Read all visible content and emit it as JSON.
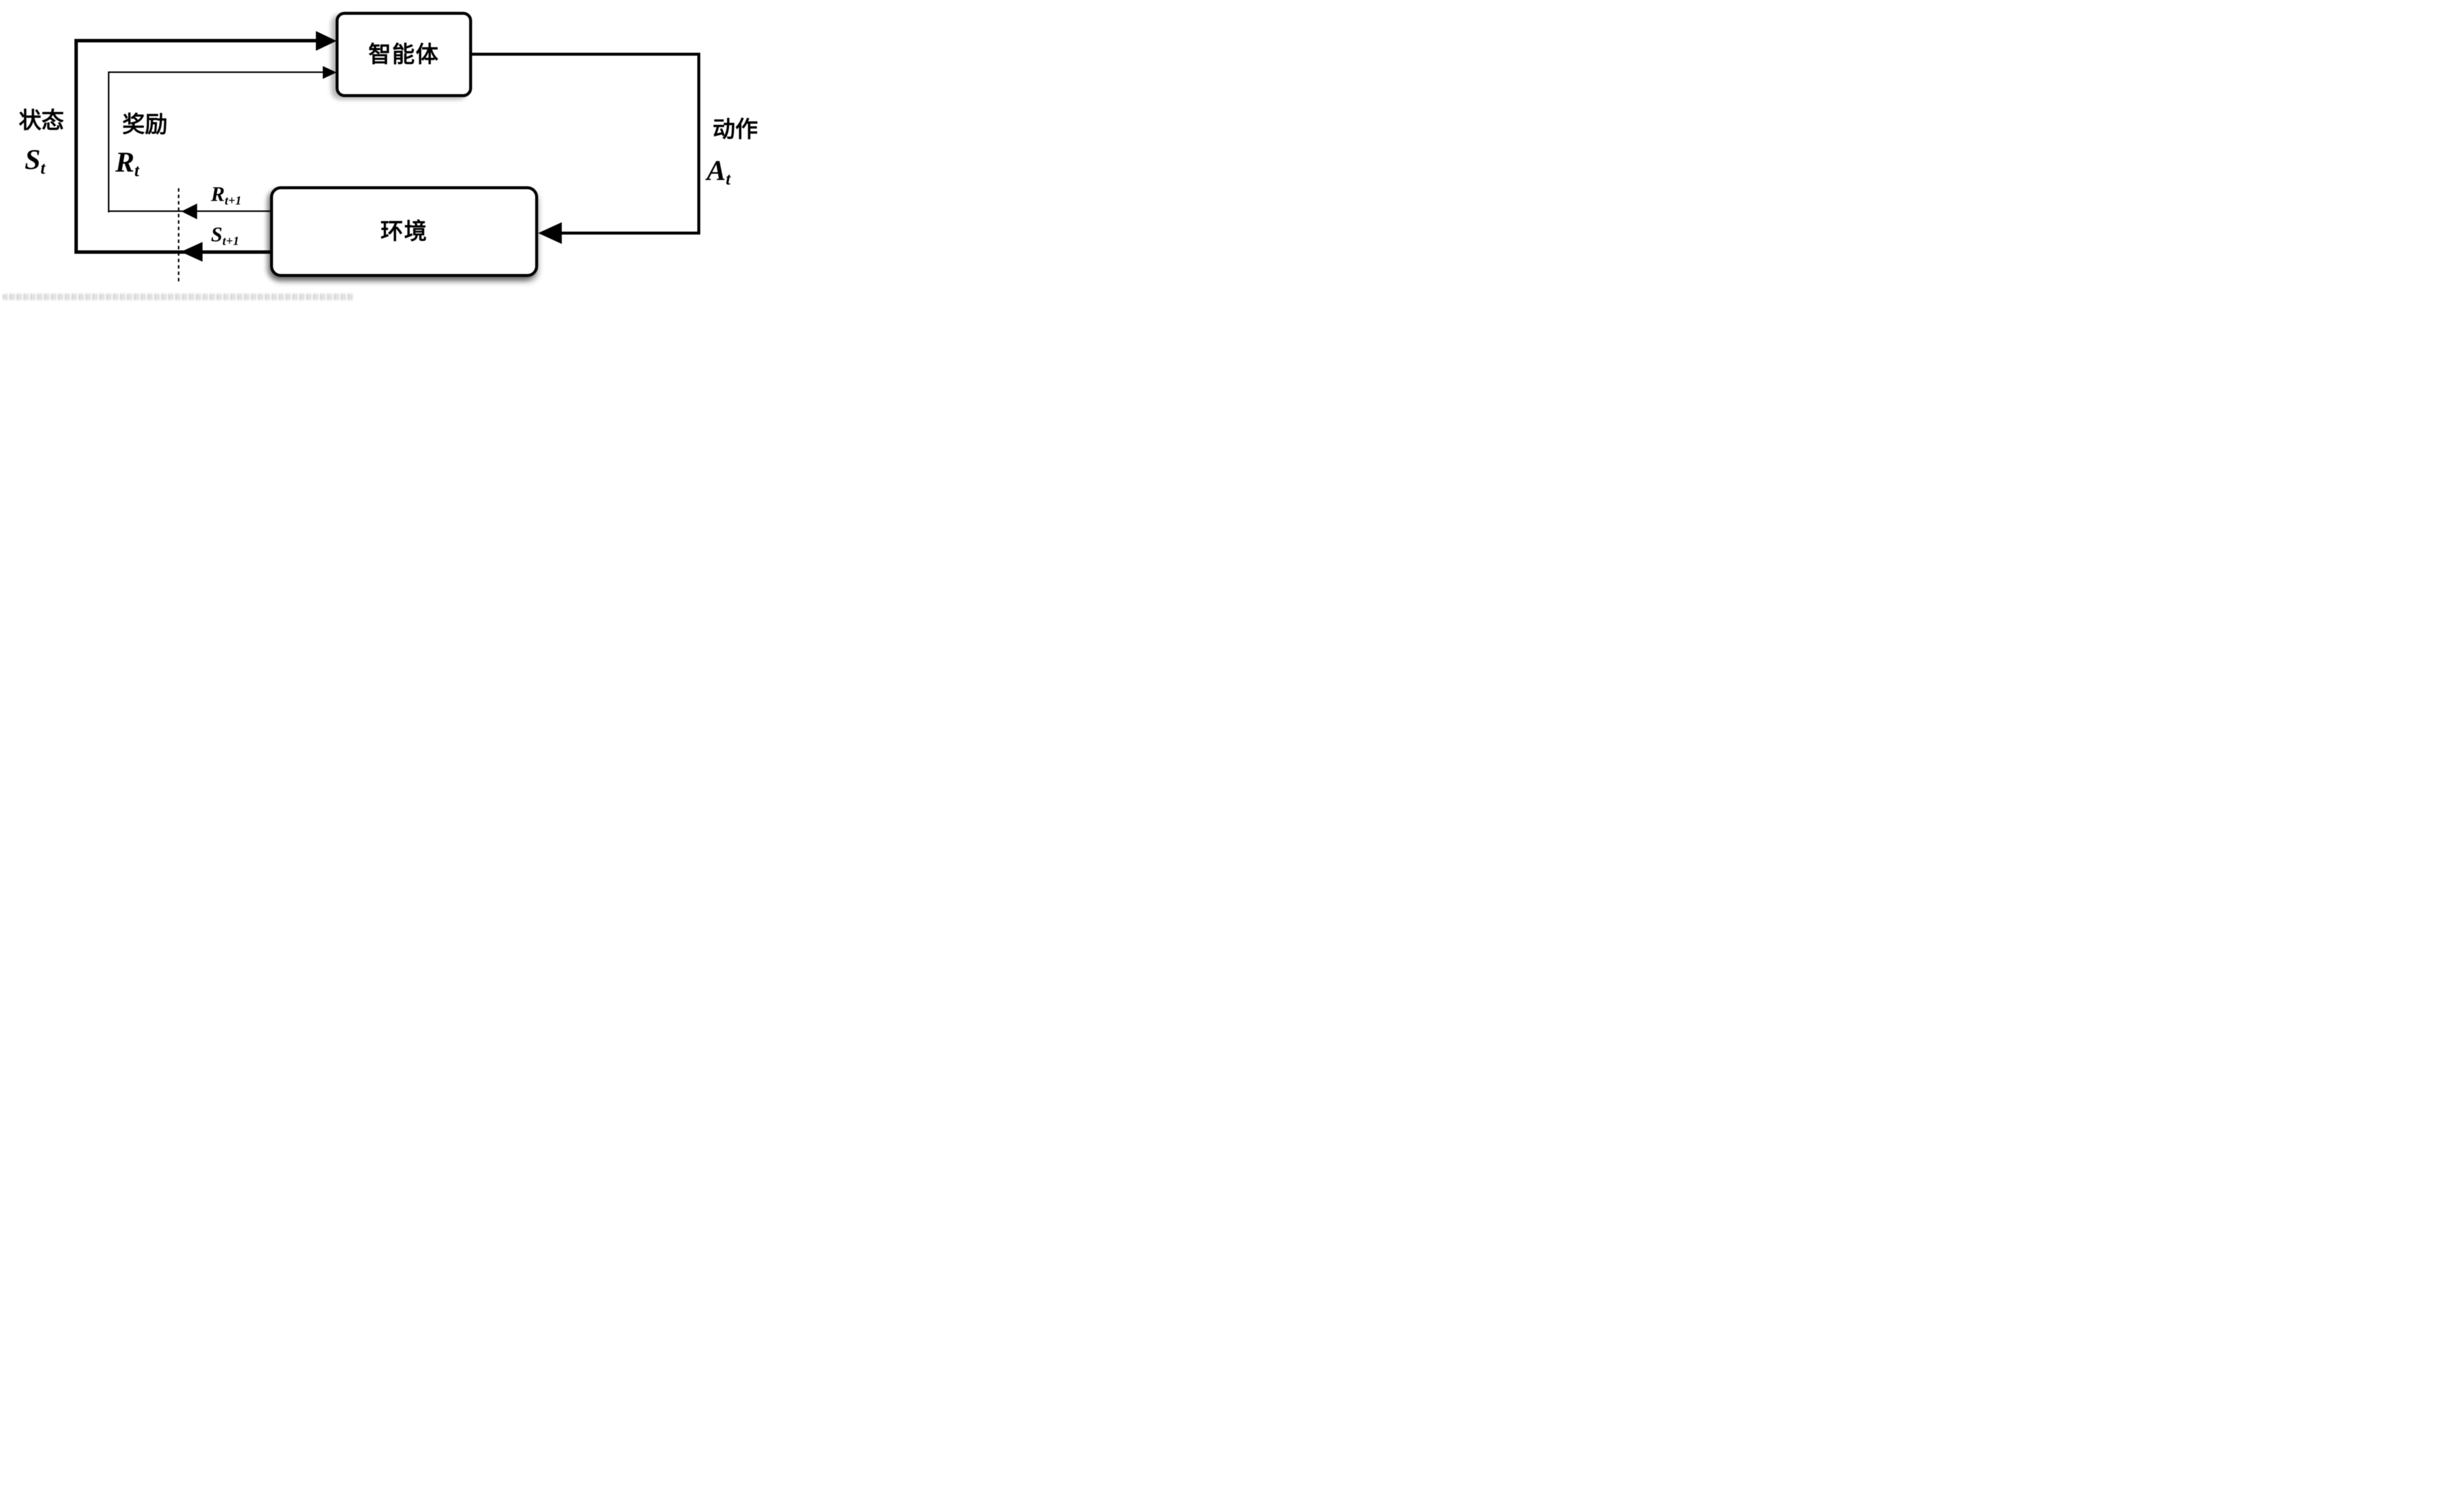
{
  "figure": {
    "agent": {
      "label": "智能体"
    },
    "environment": {
      "label": "环境"
    },
    "state": {
      "label": "状态",
      "symbol": "S",
      "subscript": "t"
    },
    "reward": {
      "label": "奖励",
      "symbol": "R",
      "subscript": "t"
    },
    "action": {
      "label": "动作",
      "symbol": "A",
      "subscript": "t"
    },
    "next_reward": {
      "symbol": "R",
      "subscript": "t+1"
    },
    "next_state": {
      "symbol": "S",
      "subscript": "t+1"
    },
    "colors": {
      "ink": "#000000",
      "paper": "#ffffff"
    }
  }
}
